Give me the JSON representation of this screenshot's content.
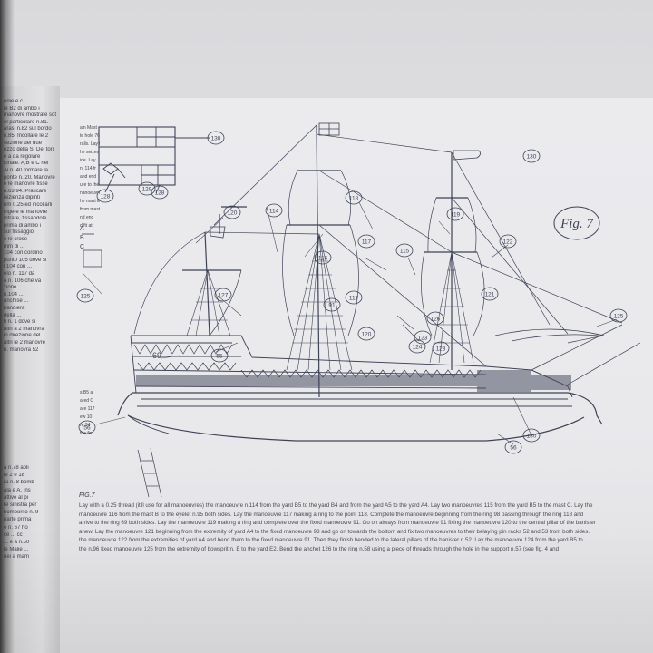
{
  "left_page": {
    "lines": [
      "erlie e c",
      "le B2 di ambo i",
      "manovre mostrate sotto",
      "el particolare n.81.",
      "arasi n.82 sul bordo",
      "n.85. Incollare le 2",
      "sezione dei due",
      "ezzo della S. Dei tori",
      "e a da regolare",
      "ionale. A,B e C nel",
      "Ai n. 40 formare la",
      "ponte n. 20. Manovre",
      "e le manovre fisse",
      "n.63.94. Praticare",
      "rezienza dipinti",
      "nm 0.25 ed incollarli",
      "ingere le manovre",
      "intrare, fissandole",
      "prima di ambo i",
      "sul fissaggio",
      "e le crose",
      "mm di ...",
      "104 con cordino",
      "punto 105 dove si",
      "l 104 con ...",
      "olo n. 117 da",
      "a n. 106 che va",
      "zione ...",
      "n.104 ...",
      "anchise ...",
      "bandiera",
      "della ...",
      "ti n. 1 dove si",
      "altri a 2 manovra",
      "in direzione del",
      "altri le 2 manovre",
      "n. manovra 52"
    ],
    "lower_lines": [
      "a n.78 aoli",
      "le 2 e 18",
      "ra n. 8 bomb",
      "ala e A. Ins",
      "attive al pi",
      "re sinistra per",
      "bomborito n. 9",
      "parte prima",
      "e n. 67 ho",
      "ce ... cc",
      "... e a n.50",
      "le Malie ...",
      "nei a mam"
    ]
  },
  "side_notes": [
    "ain Mast",
    "te hole 76",
    "rails. Lay the",
    "he seizes",
    "ide. Lay",
    "n. 114 fr",
    "and end",
    "ure to the",
    "nanoeuvre",
    "he mast E",
    "from mast E",
    "nd end",
    "d fit at"
  ],
  "side_notes_lower": [
    "s B5 al",
    "ared C",
    "are 117",
    "ew 10",
    "re 94",
    "the fix"
  ],
  "figure": {
    "title": "Fig. 7",
    "abc_letters": [
      "A",
      "B",
      "C"
    ],
    "callouts": [
      "130",
      "129",
      "128",
      "128",
      "130",
      "125",
      "120",
      "114",
      "118",
      "116",
      "119",
      "121",
      "122",
      "115",
      "117",
      "123",
      "124",
      "126",
      "127",
      "55",
      "117",
      "91",
      "120",
      "123",
      "125",
      "56",
      "56",
      "130"
    ],
    "label_69": "69"
  },
  "caption": {
    "fig_label": "FIG.7",
    "lines": [
      "Lay with a 0.25 thread (it'll use for all manoeuvres) the manoeuvre n.114 from the yard B5 to the yard B4 and from the yard A5 to the yard A4. Lay two manoeuvres 115 from the yard B5 to the mast C. Lay the",
      "manoeuvre 116 from the mast B to the eyelet n.95 both sides. Lay the manoeuvre 117 making a ring to the point 118. Complete the manoeuvre beginning from the ring 98 passing through the ring 118 and",
      "arrive to the ring 69 both sides. Lay the manoeuvre 119 making a ring and complete over the fixed manoeuvre 91. Go on always from manoeuvre 91 fixing the manoeuvre 120 to the central pillar of the banister",
      "anew. Lay the manoeuvre 121 beginning from the extremity of yard A4 to the fixed manoeuvre 93 and go on towards the bottom and fix two manoeuvres to their belaying pin racks 52 and 53 from both sides.",
      "the manoeuvre 122 from the extremities of yard A4 and bend them to the fixed manoeuvre 91. Then they finish bended to the lateral pillars of the banister n.52. Lay the manoeuvre 124 from the yard B5 to",
      "the n.96 fixed manoeuvre 125 from the extremity of bowsprit n. E to the yard E2. Bend the anchet 126 to the ring n.58 using a piece of threads through the hole in the support n.57 (see fig. 4 and"
    ]
  }
}
